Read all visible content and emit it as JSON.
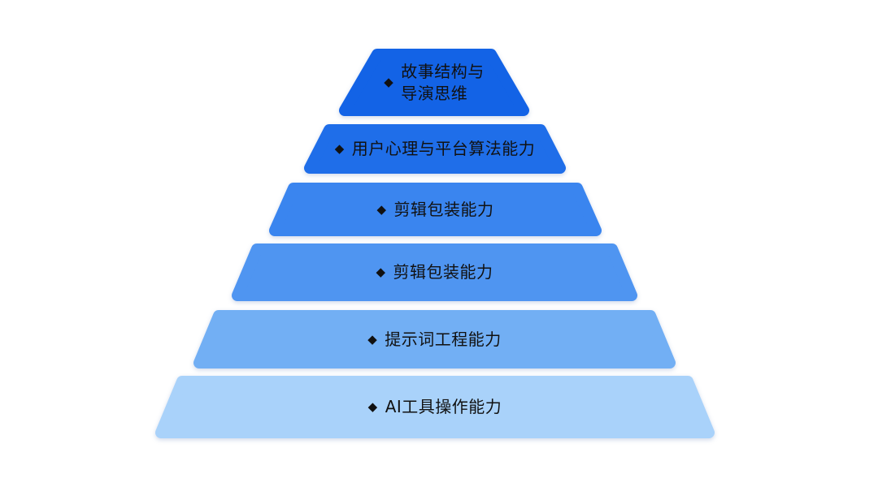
{
  "diagram": {
    "type": "pyramid",
    "bullet": "◆",
    "layers": [
      {
        "label": "故事结构与\n导演思维",
        "color": "#1363e6"
      },
      {
        "label": "用户心理与平台算法能力",
        "color": "#1f6ee9"
      },
      {
        "label": "剪辑包装能力",
        "color": "#3a85ef"
      },
      {
        "label": "剪辑包装能力",
        "color": "#4f95f1"
      },
      {
        "label": "提示词工程能力",
        "color": "#72aff4"
      },
      {
        "label": "AI工具操作能力",
        "color": "#a9d2fa"
      }
    ]
  }
}
